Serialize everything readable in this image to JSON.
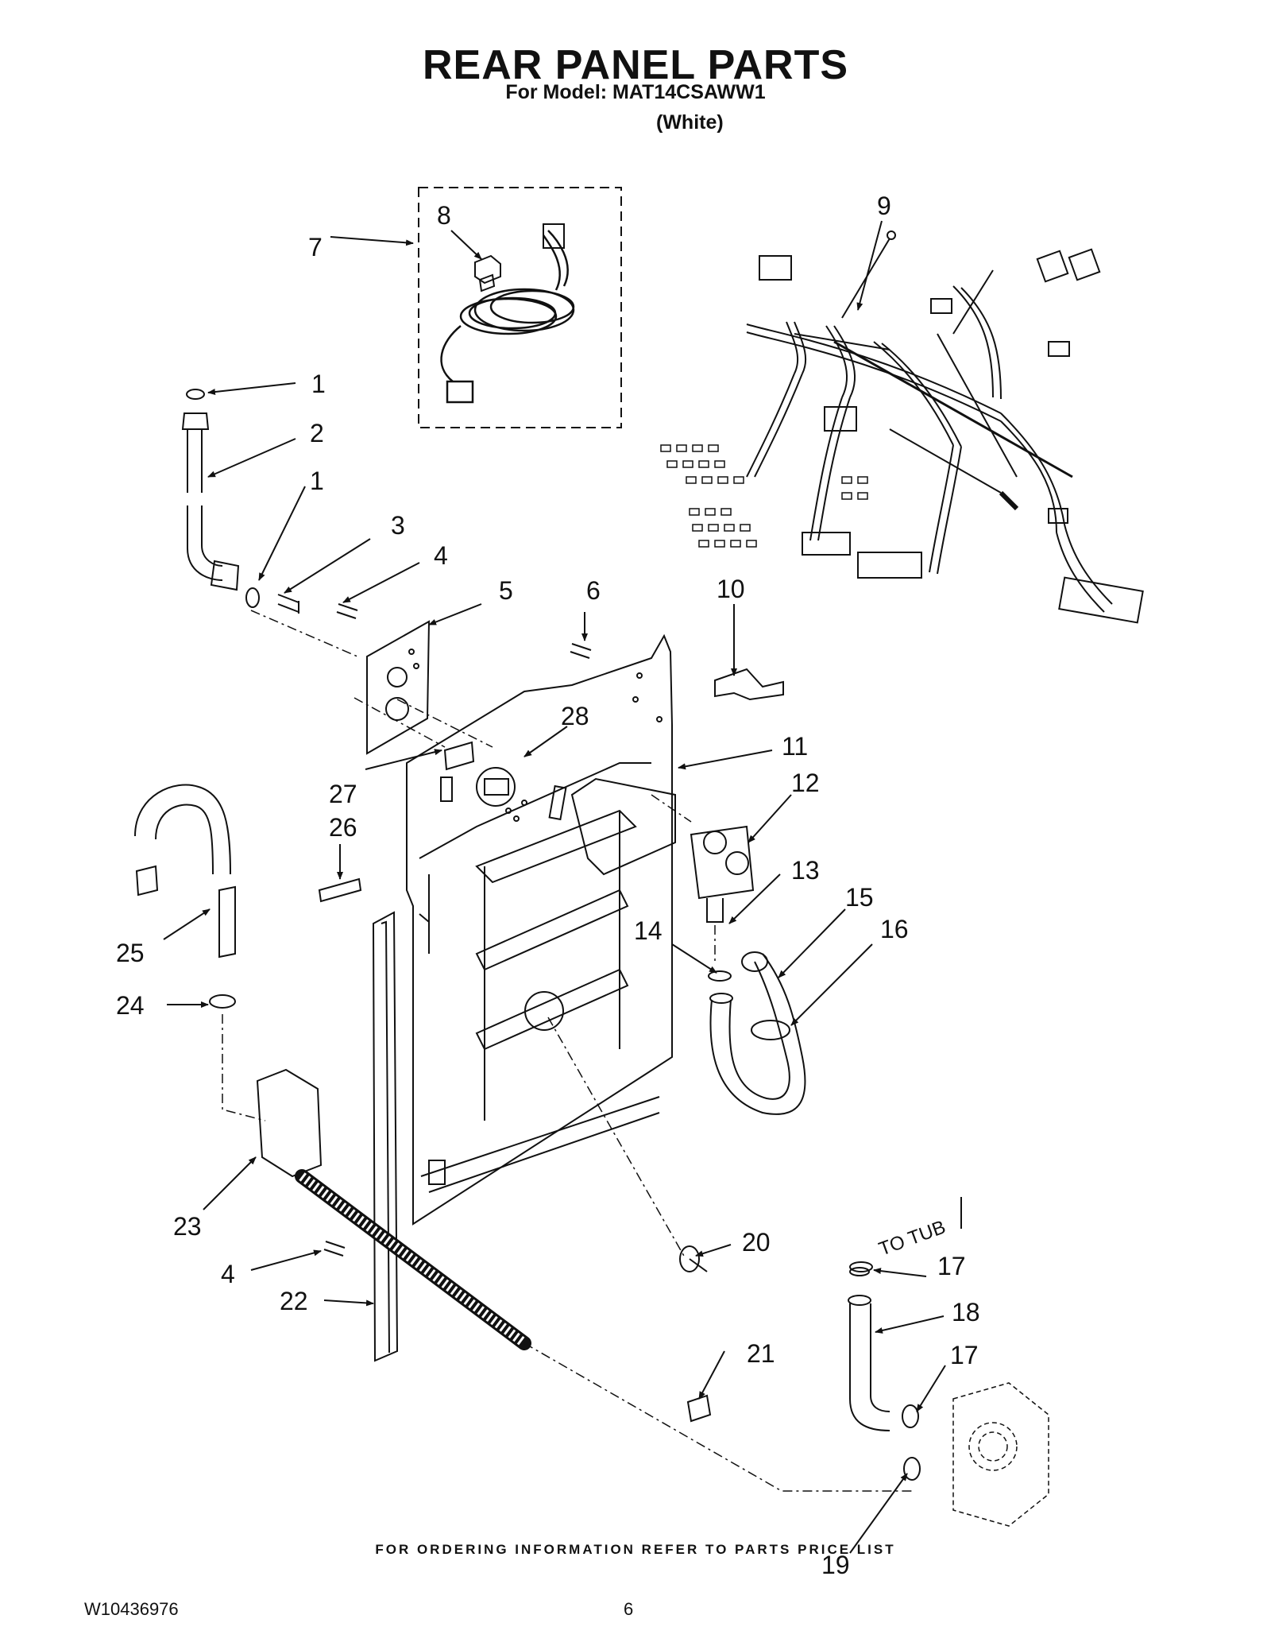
{
  "header": {
    "title": "REAR PANEL PARTS",
    "model_line": "For Model: MAT14CSAWW1",
    "variant": "(White)"
  },
  "diagram": {
    "callouts": [
      "1",
      "2",
      "1",
      "3",
      "4",
      "5",
      "6",
      "7",
      "8",
      "9",
      "10",
      "11",
      "12",
      "13",
      "14",
      "15",
      "16",
      "17",
      "18",
      "17",
      "19",
      "20",
      "21",
      "22",
      "4",
      "23",
      "24",
      "25",
      "26",
      "27",
      "28"
    ],
    "direction_label": "TO TUB"
  },
  "footer": {
    "note": "FOR ORDERING INFORMATION REFER TO PARTS PRICE LIST",
    "doc_number": "W10436976",
    "page_number": "6"
  }
}
